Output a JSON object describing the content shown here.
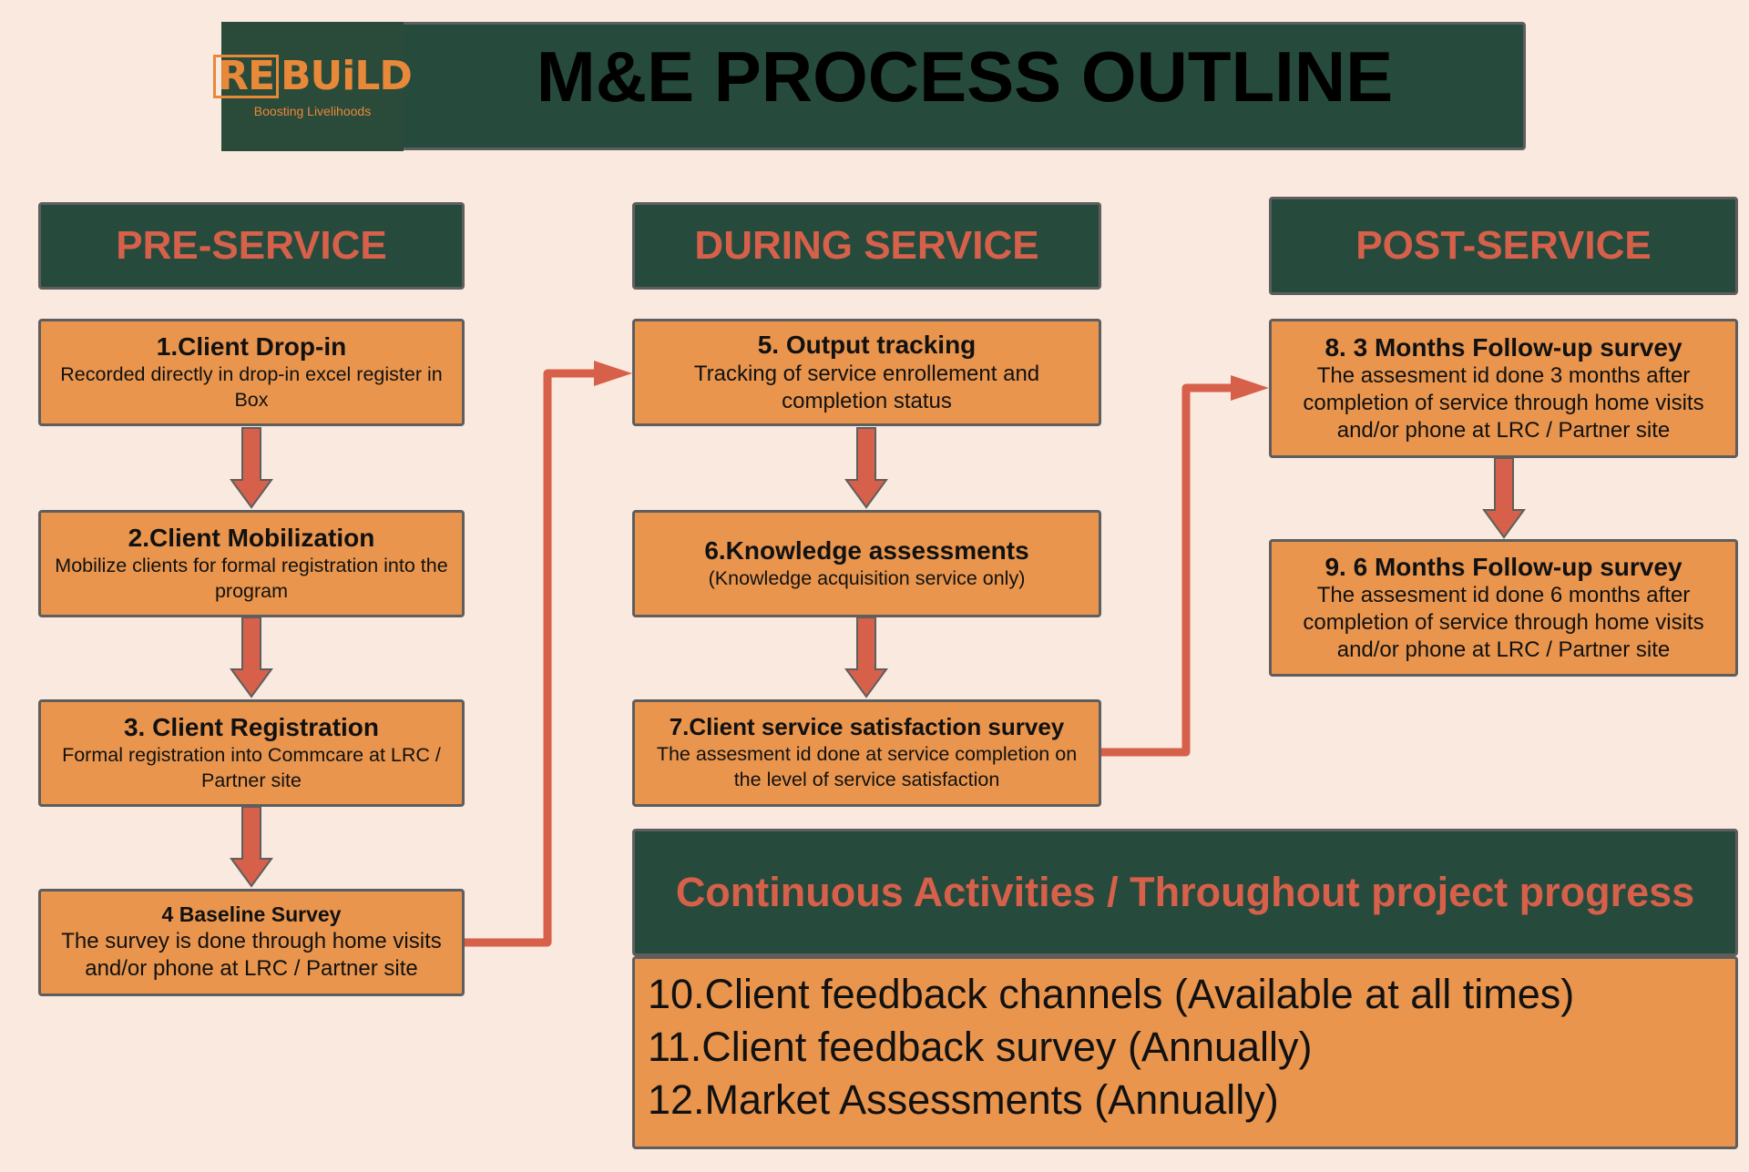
{
  "header": {
    "logo": {
      "word": "REBUiLD",
      "re": "RE",
      "rest": "BUiLD",
      "tagline": "Boosting Livelihoods"
    },
    "title": "M&E PROCESS OUTLINE"
  },
  "phases": [
    {
      "label": "PRE-SERVICE"
    },
    {
      "label": "DURING SERVICE"
    },
    {
      "label": "POST-SERVICE"
    }
  ],
  "steps": [
    {
      "title": "1.Client Drop-in",
      "desc": "Recorded directly in drop-in excel register in Box"
    },
    {
      "title": "2.Client Mobilization",
      "desc": "Mobilize clients for formal registration into the program"
    },
    {
      "title": "3. Client Registration",
      "desc": "Formal registration into Commcare at LRC / Partner site"
    },
    {
      "title": "4 Baseline Survey",
      "desc": "The survey is done through home visits and/or phone at LRC / Partner site"
    },
    {
      "title": "5. Output tracking",
      "desc": "Tracking of service enrollement and completion status"
    },
    {
      "title": "6.Knowledge assessments",
      "desc": "(Knowledge acquisition service only)"
    },
    {
      "title": "7.Client service satisfaction survey",
      "desc": "The assesment id done at service completion on the level of service satisfaction"
    },
    {
      "title": "8. 3 Months Follow-up survey",
      "desc": "The assesment id done 3 months after completion of service through home visits and/or phone at LRC / Partner site"
    },
    {
      "title": "9. 6 Months Follow-up survey",
      "desc": "The assesment id done 6 months after completion of service through home visits and/or phone at LRC / Partner site"
    }
  ],
  "continuous": {
    "heading": "Continuous Activities / Throughout project  progress",
    "items": [
      "10.Client feedback channels (Available at all times)",
      "11.Client feedback survey (Annually)",
      "12.Market  Assessments (Annually)"
    ]
  },
  "colors": {
    "background": "#fae9df",
    "dark_green": "#264b3d",
    "orange_box": "#e9954d",
    "arrow_red": "#d7604a",
    "logo_orange": "#e8893a"
  }
}
